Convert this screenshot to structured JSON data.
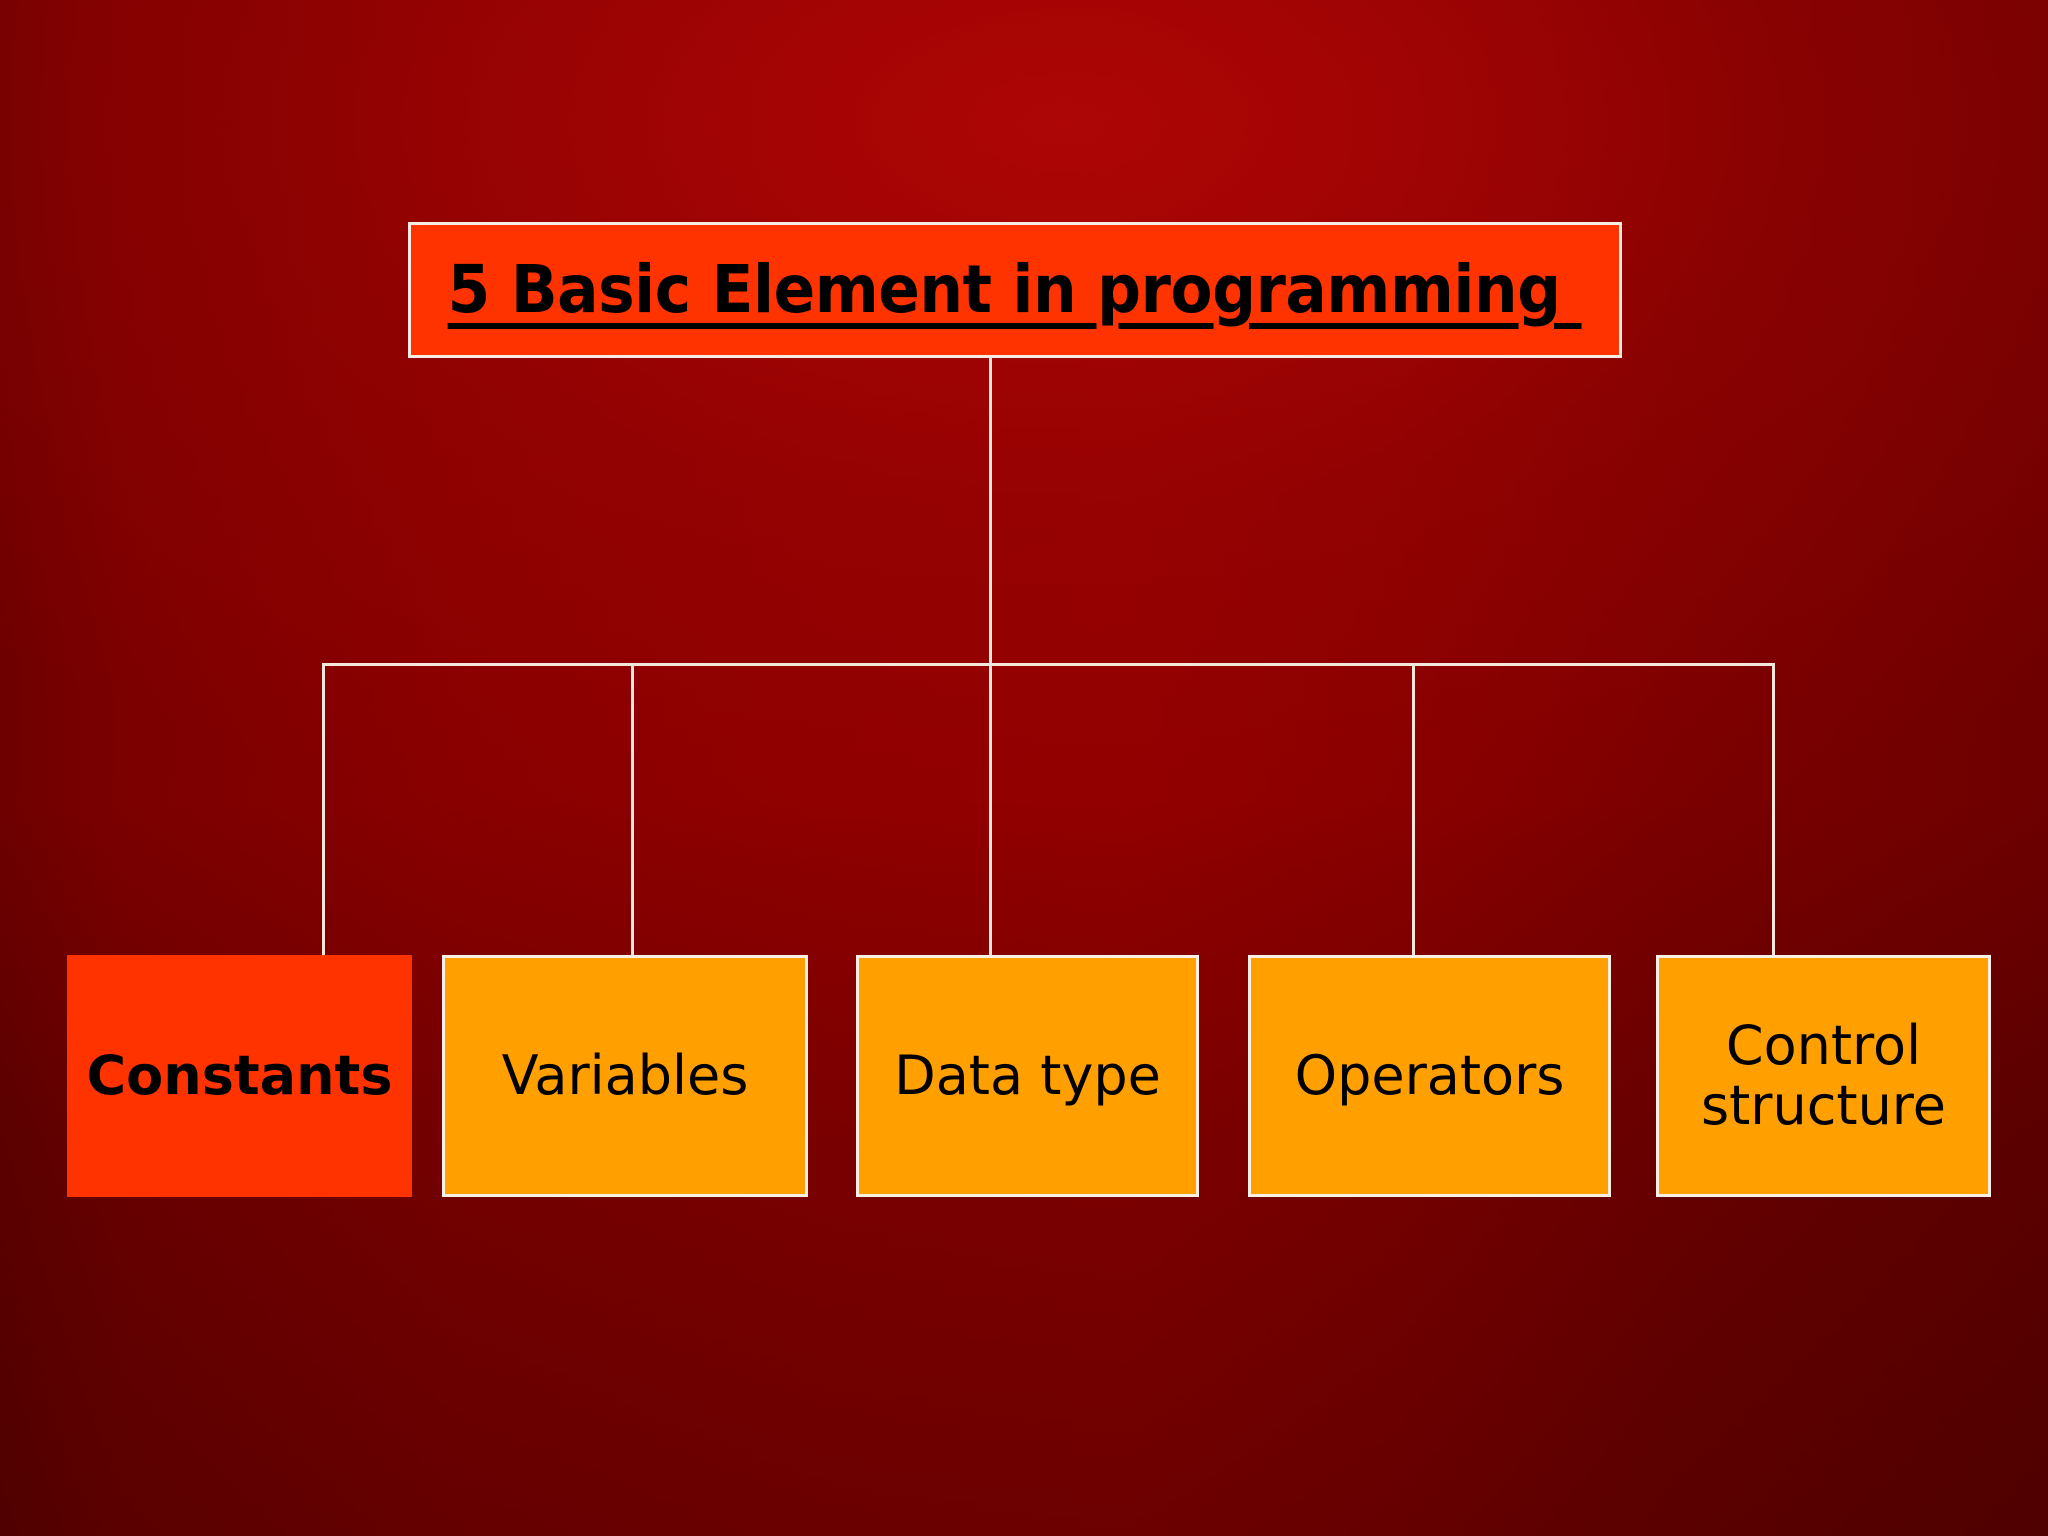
{
  "slide": {
    "background_color": "#7d0000",
    "accent_color": "#ff3300",
    "node_color": "#ffa000",
    "connector_color": "#f4e6da",
    "text_color": "#000000"
  },
  "title": {
    "text": "5 Basic Element in programming ",
    "underlined": true,
    "bold": true,
    "fill": "#ff3300",
    "border": "#f6ece3"
  },
  "nodes": [
    {
      "label": "Constants",
      "style": "accent",
      "fill": "#ff3300",
      "bold": true
    },
    {
      "label": "Variables",
      "style": "plain",
      "fill": "#ffa000",
      "bold": false
    },
    {
      "label": "Data type",
      "style": "plain",
      "fill": "#ffa000",
      "bold": false
    },
    {
      "label": "Operators",
      "style": "plain",
      "fill": "#ffa000",
      "bold": false
    },
    {
      "label": "Control structure",
      "style": "plain",
      "fill": "#ffa000",
      "bold": false
    }
  ]
}
